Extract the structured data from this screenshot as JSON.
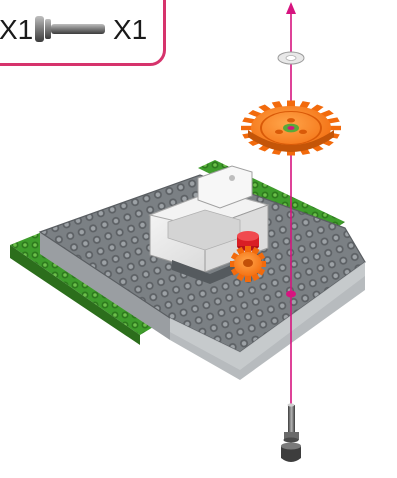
{
  "parts_box": {
    "item1_qty": "X1",
    "item2_qty": "X1",
    "item2_icon": "axle-pin-icon",
    "border_color": "#d6336c"
  },
  "assembly": {
    "guide_line_color": "#d6147f",
    "parts": [
      "washer-icon",
      "large-orange-gear",
      "motor-gearbox",
      "small-orange-gear",
      "base-plate",
      "green-rail-left",
      "green-rail-right",
      "axle-pin"
    ]
  }
}
